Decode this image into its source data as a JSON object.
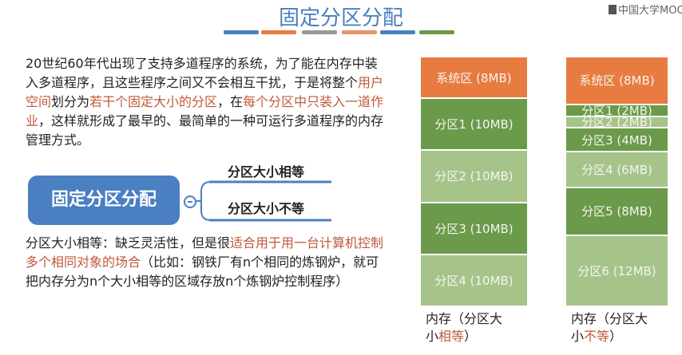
{
  "header": {
    "title": "固定分区分配",
    "logo": "中国大学MOOC",
    "accent_bars": [
      "#4a7fc1",
      "#e87b40",
      "#999999",
      "#e8956a",
      "#4a7fc1",
      "#6a9a4a"
    ]
  },
  "intro": {
    "parts": [
      {
        "text": "20世纪60年代出现了支持多道程序的系统，为了能在内存中装入多道程序，且这些程序之间又不会相互干扰，于是将整个",
        "hl": false
      },
      {
        "text": "用户空间",
        "hl": true
      },
      {
        "text": "划分为",
        "hl": false
      },
      {
        "text": "若干个固定大小的分区",
        "hl": true
      },
      {
        "text": "，在",
        "hl": false
      },
      {
        "text": "每个分区中只装入一道作业",
        "hl": true
      },
      {
        "text": "，这样就形成了最早的、最简单的一种可运行多道程序的内存管理方式。",
        "hl": false
      }
    ]
  },
  "mindmap": {
    "root": "固定分区分配",
    "branches": [
      "分区大小相等",
      "分区大小不等"
    ]
  },
  "note": {
    "parts": [
      {
        "text": "分区大小相等：缺乏灵活性，但是很",
        "hl": false
      },
      {
        "text": "适合用于用一台计算机控制多个相同对象的场合",
        "hl": true
      },
      {
        "text": "（比如：钢铁厂有n个相同的炼钢炉，就可把内存分为n个大小相等的区域存放n个炼钢炉控制程序）",
        "hl": false
      }
    ]
  },
  "memory_equal": {
    "blocks": [
      {
        "label": "系统区 (8MB)",
        "size_mb": 8,
        "type": "system"
      },
      {
        "label": "分区1 (10MB)",
        "size_mb": 10,
        "type": "dark"
      },
      {
        "label": "分区2 (10MB)",
        "size_mb": 10,
        "type": "light"
      },
      {
        "label": "分区3 (10MB)",
        "size_mb": 10,
        "type": "dark"
      },
      {
        "label": "分区4 (10MB)",
        "size_mb": 10,
        "type": "light"
      }
    ],
    "caption_pre": "内存（分区大小",
    "caption_hl": "相等",
    "caption_post": "）"
  },
  "memory_unequal": {
    "blocks": [
      {
        "label": "系统区 (8MB)",
        "size_mb": 8,
        "type": "system"
      },
      {
        "label": "分区1 (2MB)",
        "size_mb": 2,
        "type": "dark"
      },
      {
        "label": "分区2 (2MB)",
        "size_mb": 2,
        "type": "light"
      },
      {
        "label": "分区3 (4MB)",
        "size_mb": 4,
        "type": "dark"
      },
      {
        "label": "分区4 (6MB)",
        "size_mb": 6,
        "type": "light"
      },
      {
        "label": "分区5 (8MB)",
        "size_mb": 8,
        "type": "dark"
      },
      {
        "label": "分区6 (12MB)",
        "size_mb": 12,
        "type": "light"
      }
    ],
    "caption_pre": "内存（分区大",
    "caption_mid": "小",
    "caption_hl": "不等",
    "caption_post": "）"
  }
}
